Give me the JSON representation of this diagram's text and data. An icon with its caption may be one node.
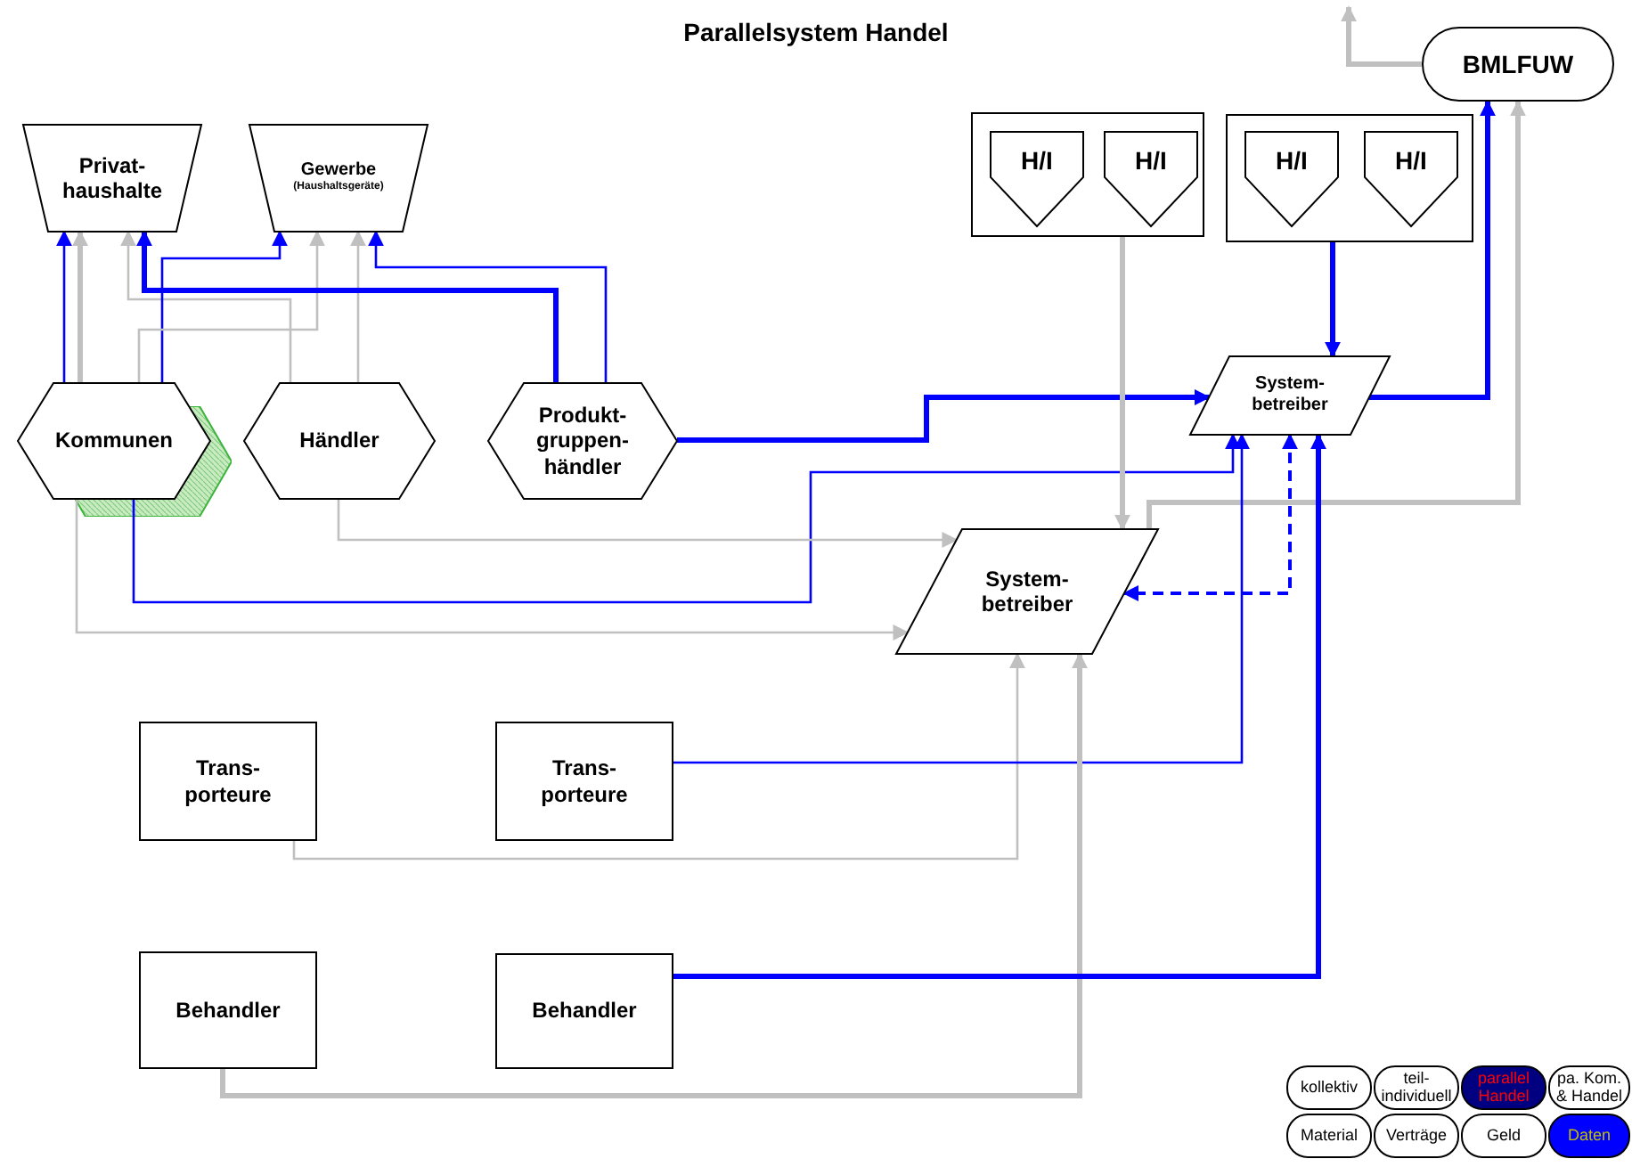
{
  "diagram": {
    "title": "Parallelsystem Handel",
    "nodes": [
      {
        "text": [
          "Privat- haushalte"
        ]
      },
      {
        "text": [
          "Gewerbe",
          "(Haushaltsgeräte)"
        ]
      },
      {
        "text": [
          "Kommunen"
        ]
      },
      {
        "text": [
          "Händler"
        ]
      },
      {
        "text": [
          "Produkt- gruppen- händler"
        ]
      },
      {
        "text": [],
        "shape": "box"
      },
      {
        "text": [
          "H/I"
        ],
        "in": 5
      },
      {
        "text": [
          "H/I"
        ],
        "in": 5
      },
      {
        "text": [],
        "shape": "box"
      },
      {
        "text": [
          "H/I"
        ],
        "in": 8
      },
      {
        "text": [
          "H/I"
        ],
        "in": 8
      },
      {
        "text": [
          "BMLFUW"
        ]
      },
      {
        "text": [
          "System- betreiber"
        ]
      },
      {
        "text": [
          "System- betreiber"
        ]
      },
      {
        "text": [
          "Trans- porteure"
        ]
      },
      {
        "text": [
          "Trans- porteure"
        ]
      },
      {
        "text": [
          "Behandler"
        ]
      },
      {
        "text": [
          "Behandler"
        ]
      },
      {
        "text": [
          "kollektiv"
        ]
      },
      {
        "text": [
          "teil- individuell"
        ]
      },
      {
        "text": [
          "parallel Handel"
        ]
      },
      {
        "text": [
          "pa. Kom. & Handel"
        ]
      },
      {
        "text": [
          "Material"
        ]
      },
      {
        "text": [
          "Verträge"
        ]
      },
      {
        "text": [
          "Geld"
        ]
      },
      {
        "text": [
          "Daten"
        ]
      }
    ],
    "edges": [
      {
        "from": 2,
        "to": 0,
        "arrow": "to"
      },
      {
        "from": 2,
        "to": 0,
        "arrow": "to",
        "style": "thick",
        "color": "#c0c0c0"
      },
      {
        "from": 3,
        "to": 0,
        "arrow": "to",
        "color": "#c0c0c0"
      },
      {
        "from": 2,
        "to": 1,
        "arrow": "to"
      },
      {
        "from": 2,
        "to": 1,
        "arrow": "to",
        "color": "#c0c0c0"
      },
      {
        "from": 3,
        "to": 1,
        "arrow": "to",
        "color": "#c0c0c0"
      },
      {
        "from": 4,
        "to": 0,
        "arrow": "to",
        "style": "thick"
      },
      {
        "from": 4,
        "to": 1,
        "arrow": "to"
      },
      {
        "from": 4,
        "to": 12,
        "arrow": "to",
        "style": "thick"
      },
      {
        "from": 2,
        "to": 12,
        "arrow": "to"
      },
      {
        "from": 2,
        "to": 13,
        "arrow": "to",
        "color": "#c0c0c0"
      },
      {
        "from": 3,
        "to": 13,
        "arrow": "to",
        "color": "#c0c0c0"
      },
      {
        "from": 5,
        "to": 13,
        "arrow": "to",
        "style": "thick",
        "color": "#c0c0c0"
      },
      {
        "from": 8,
        "to": 12,
        "arrow": "to",
        "style": "thick"
      },
      {
        "from": 12,
        "to": 11,
        "arrow": "to",
        "style": "thick"
      },
      {
        "from": 13,
        "to": 11,
        "arrow": "to",
        "style": "thick",
        "color": "#c0c0c0"
      },
      {
        "from": 11,
        "to": null,
        "arrow": "to",
        "style": "thick",
        "color": "#c0c0c0"
      },
      {
        "from": 12,
        "to": 13,
        "arrow": "both",
        "style": "dashed"
      },
      {
        "from": 14,
        "to": 13,
        "arrow": "to",
        "color": "#c0c0c0"
      },
      {
        "from": 15,
        "to": 12,
        "arrow": "to"
      },
      {
        "from": 16,
        "to": 13,
        "arrow": "to",
        "style": "thick",
        "color": "#c0c0c0"
      },
      {
        "from": 17,
        "to": 12,
        "arrow": "to",
        "style": "thick"
      }
    ]
  }
}
